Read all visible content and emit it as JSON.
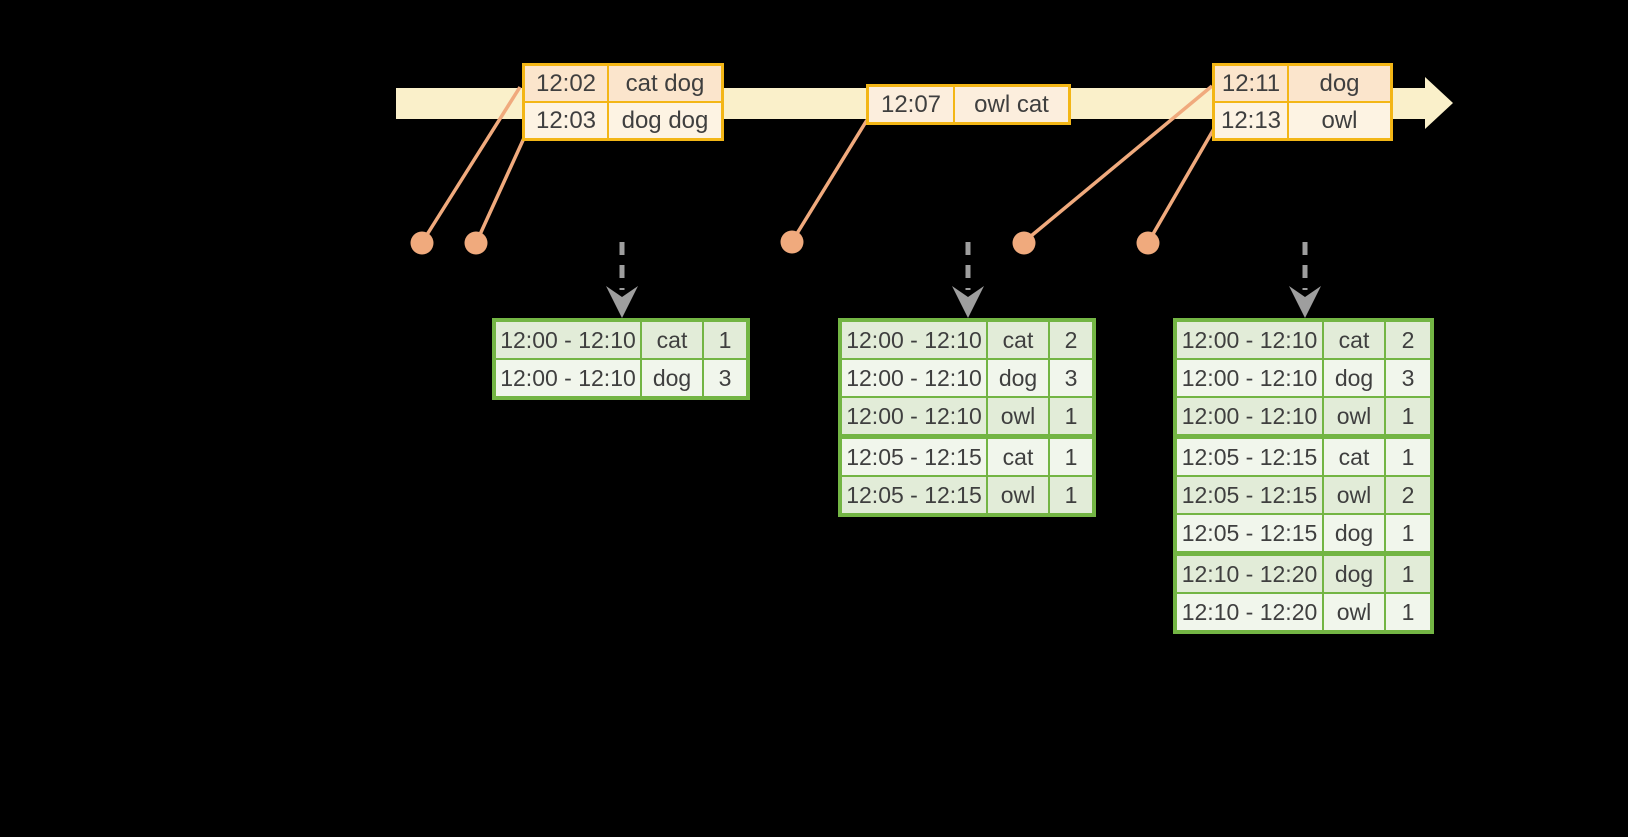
{
  "colors": {
    "background": "#000000",
    "timeline_band": "#faf0ca",
    "event_table_border": "#f3b616",
    "event_row_dark": "#fbe5cc",
    "event_row_light": "#fdf3e3",
    "event_row_mid": "#fceedd",
    "connector_and_dot": "#f0aa7d",
    "result_table_border": "#73b544",
    "result_row_dark": "#e2ecd8",
    "result_row_light": "#f1f6ec",
    "trigger_arrow_gray": "#9e9e9e",
    "text": "#3f3f3f"
  },
  "icons": {
    "timeline_arrow": "right-arrow-band",
    "event_marker": "filled-dot",
    "trigger_arrow": "dashed-down-arrow"
  },
  "event_tables": [
    {
      "rows": [
        {
          "time": "12:02",
          "words": "cat dog"
        },
        {
          "time": "12:03",
          "words": "dog dog"
        }
      ]
    },
    {
      "rows": [
        {
          "time": "12:07",
          "words": "owl cat"
        }
      ]
    },
    {
      "rows": [
        {
          "time": "12:11",
          "words": "dog"
        },
        {
          "time": "12:13",
          "words": "owl"
        }
      ]
    }
  ],
  "result_tables": [
    {
      "group_breaks": [],
      "rows": [
        {
          "window": "12:00 - 12:10",
          "word": "cat",
          "count": "1"
        },
        {
          "window": "12:00 - 12:10",
          "word": "dog",
          "count": "3"
        }
      ]
    },
    {
      "group_breaks": [
        3
      ],
      "rows": [
        {
          "window": "12:00 - 12:10",
          "word": "cat",
          "count": "2"
        },
        {
          "window": "12:00 - 12:10",
          "word": "dog",
          "count": "3"
        },
        {
          "window": "12:00 - 12:10",
          "word": "owl",
          "count": "1"
        },
        {
          "window": "12:05 - 12:15",
          "word": "cat",
          "count": "1"
        },
        {
          "window": "12:05 - 12:15",
          "word": "owl",
          "count": "1"
        }
      ]
    },
    {
      "group_breaks": [
        3,
        6
      ],
      "rows": [
        {
          "window": "12:00 - 12:10",
          "word": "cat",
          "count": "2"
        },
        {
          "window": "12:00 - 12:10",
          "word": "dog",
          "count": "3"
        },
        {
          "window": "12:00 - 12:10",
          "word": "owl",
          "count": "1"
        },
        {
          "window": "12:05 - 12:15",
          "word": "cat",
          "count": "1"
        },
        {
          "window": "12:05 - 12:15",
          "word": "owl",
          "count": "2"
        },
        {
          "window": "12:05 - 12:15",
          "word": "dog",
          "count": "1"
        },
        {
          "window": "12:10 - 12:20",
          "word": "dog",
          "count": "1"
        },
        {
          "window": "12:10 - 12:20",
          "word": "owl",
          "count": "1"
        }
      ]
    }
  ]
}
